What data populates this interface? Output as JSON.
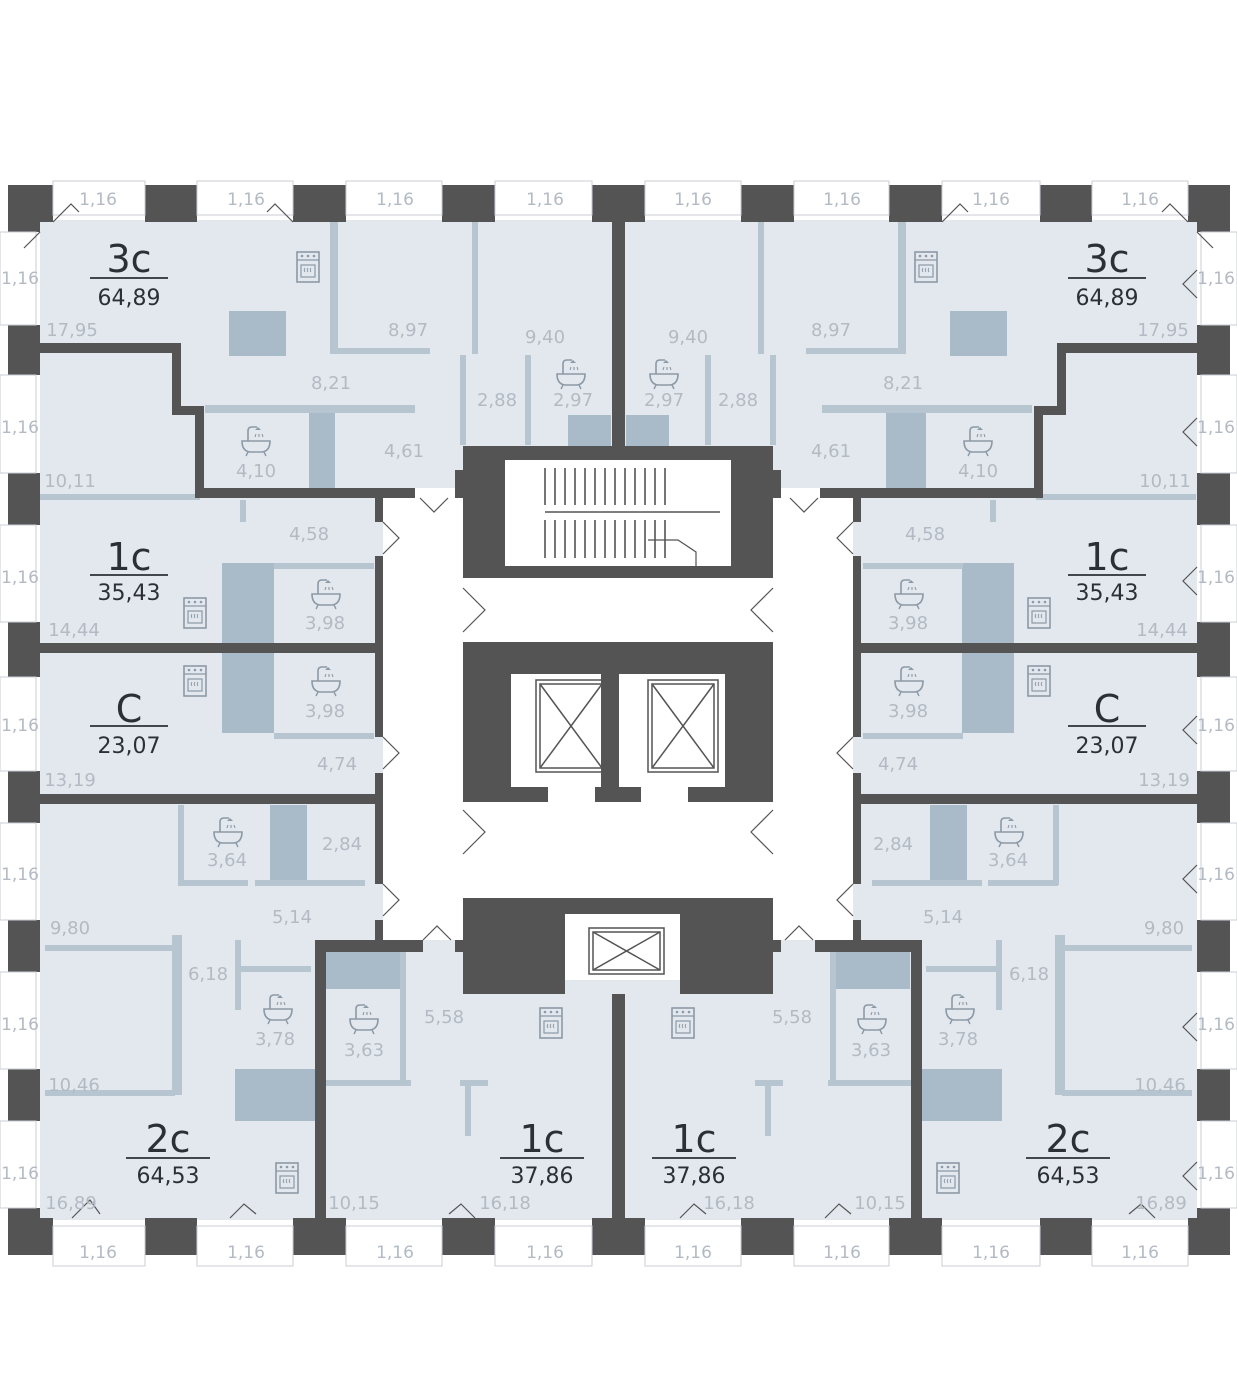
{
  "colors": {
    "wall": "#545454",
    "room": "#e3e8ee",
    "fixture": "#a9bac9",
    "inner": "#b7c5d1",
    "window": "#ffffff",
    "text_dark": "#2b2f36",
    "text_light": "#b3bac4"
  },
  "balcony": {
    "top": [
      "1,16",
      "1,16",
      "1,16",
      "1,16",
      "1,16",
      "1,16",
      "1,16",
      "1,16"
    ],
    "bottom": [
      "1,16",
      "1,16",
      "1,16",
      "1,16",
      "1,16",
      "1,16",
      "1,16",
      "1,16"
    ],
    "left": [
      "1,16",
      "1,16",
      "1,16",
      "1,16",
      "1,16",
      "1,16",
      "1,16"
    ],
    "right": [
      "1,16",
      "1,16",
      "1,16",
      "1,16",
      "1,16",
      "1,16",
      "1,16"
    ]
  },
  "apartments": [
    {
      "type": "3с",
      "area": "64,89"
    },
    {
      "type": "1с",
      "area": "35,43"
    },
    {
      "type": "С",
      "area": "23,07"
    },
    {
      "type": "2с",
      "area": "64,53"
    },
    {
      "type": "1с",
      "area": "37,86"
    },
    {
      "type": "1с",
      "area": "37,86"
    },
    {
      "type": "2с",
      "area": "64,53"
    },
    {
      "type": "С",
      "area": "23,07"
    },
    {
      "type": "1с",
      "area": "35,43"
    },
    {
      "type": "3с",
      "area": "64,89"
    }
  ],
  "room_areas": [
    "17,95",
    "8,97",
    "9,40",
    "8,21",
    "2,88",
    "2,97",
    "4,10",
    "4,61",
    "9,40",
    "8,97",
    "17,95",
    "2,97",
    "2,88",
    "8,21",
    "4,61",
    "4,10",
    "10,11",
    "4,58",
    "14,44",
    "3,98",
    "13,19",
    "3,98",
    "4,74",
    "10,11",
    "4,58",
    "3,98",
    "14,44",
    "3,98",
    "4,74",
    "13,19",
    "3,64",
    "2,84",
    "9,80",
    "5,14",
    "6,18",
    "3,78",
    "10,46",
    "16,89",
    "3,63",
    "5,58",
    "10,15",
    "16,18",
    "5,58",
    "3,63",
    "16,18",
    "10,15",
    "2,84",
    "3,64",
    "5,14",
    "9,80",
    "6,18",
    "3,78",
    "10,46",
    "16,89"
  ],
  "icons": {
    "stove": "stove-icon",
    "bath": "bathtub-icon",
    "elevator": "elevator-icon",
    "stairs": "stairs-icon",
    "door": "door-swing-icon"
  }
}
